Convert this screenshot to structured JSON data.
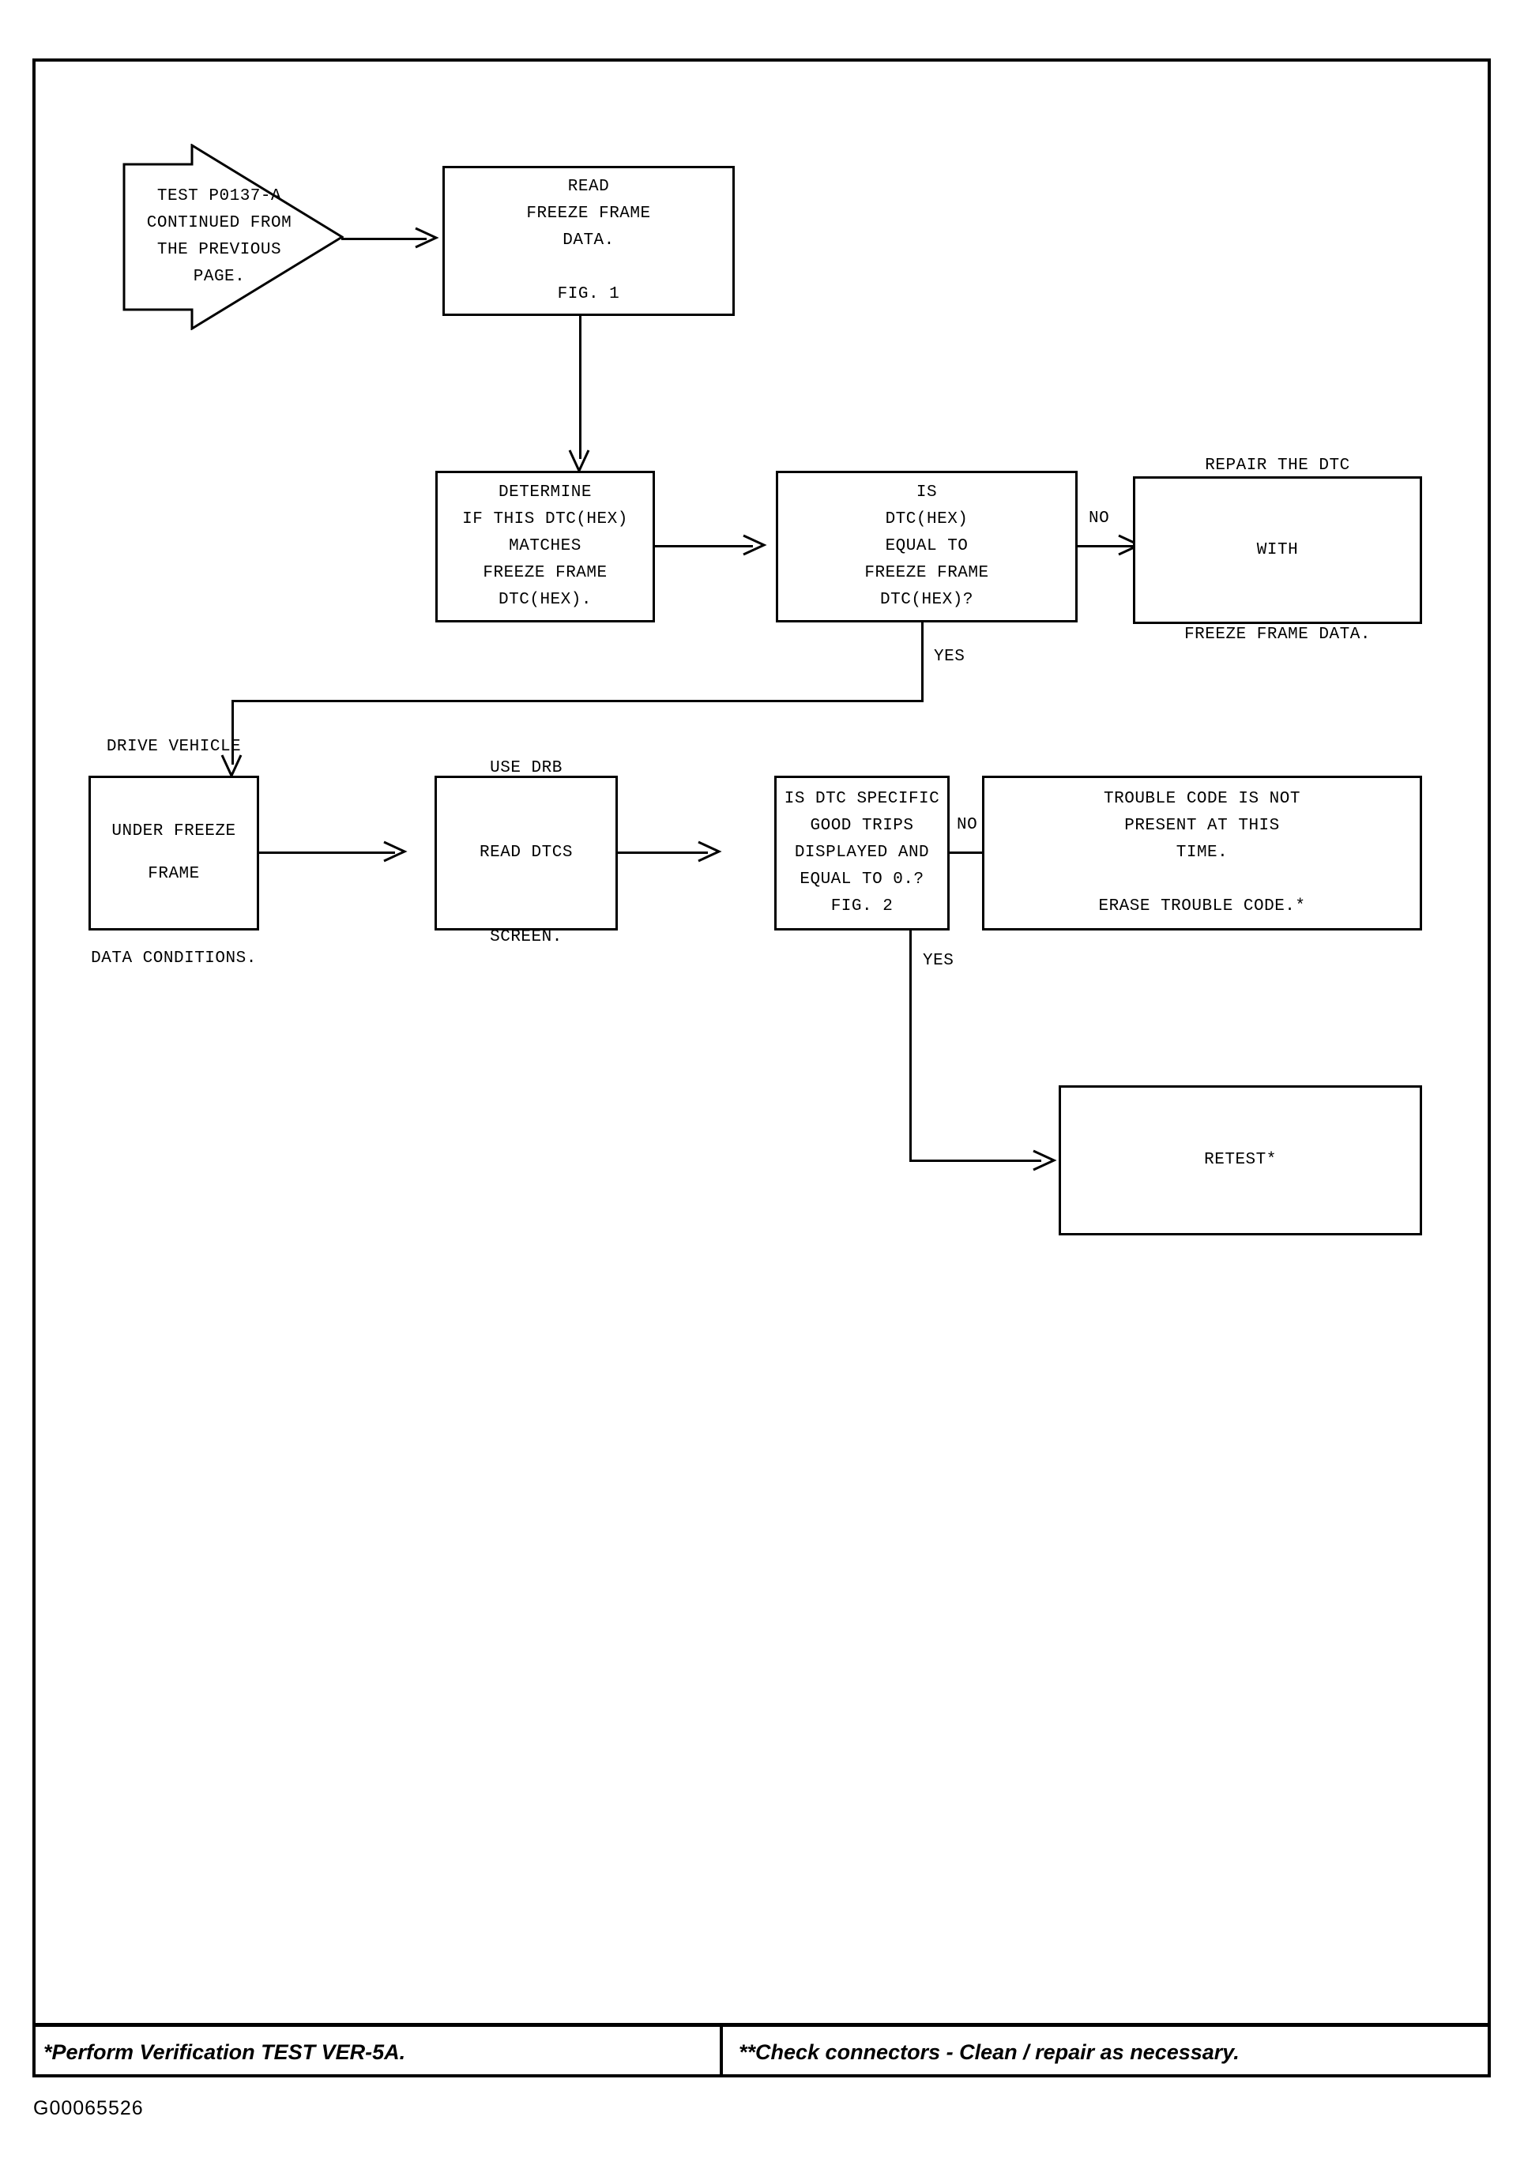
{
  "document": {
    "code": "G00065526"
  },
  "diagram": {
    "type": "flowchart",
    "title": "TEST P0137-A continued diagnostic flowchart",
    "banner": {
      "name": "continued-from-previous-page-banner",
      "text": "TEST P0137-A\nCONTINUED FROM\nTHE PREVIOUS\nPAGE."
    },
    "nodes": [
      {
        "id": "read-freeze-frame-data",
        "text": "READ\nFREEZE FRAME\nDATA.\n\nFIG. 1"
      },
      {
        "id": "determine-dtc-match",
        "text": "DETERMINE\nIF THIS DTC(HEX)\nMATCHES\nFREEZE FRAME\nDTC(HEX)."
      },
      {
        "id": "is-dtc-equal-to-freeze-frame",
        "text": "IS\nDTC(HEX)\nEQUAL TO\nFREEZE FRAME\nDTC(HEX)?"
      },
      {
        "id": "repair-the-dtc",
        "text": "REPAIR THE DTC\n\nWITH\n\nFREEZE FRAME DATA."
      },
      {
        "id": "drive-vehicle",
        "text": "DRIVE VEHICLE\n\nUNDER FREEZE FRAME\n\nDATA CONDITIONS."
      },
      {
        "id": "use-drb-read-dtcs",
        "text": "USE DRB\n\nREAD DTCS\n\nSCREEN."
      },
      {
        "id": "is-good-trips-equal-zero",
        "text": "IS DTC SPECIFIC\nGOOD TRIPS\nDISPLAYED AND\nEQUAL TO 0.?\nFIG. 2"
      },
      {
        "id": "trouble-code-not-present",
        "text": "TROUBLE CODE IS NOT\nPRESENT AT THIS\nTIME.\n\nERASE TROUBLE CODE.*"
      },
      {
        "id": "retest",
        "text": "RETEST*"
      }
    ],
    "edge_labels": {
      "no_upper": "NO",
      "yes_upper": "YES",
      "no_lower": "NO",
      "yes_lower": "YES"
    }
  },
  "footer": {
    "left_note": "*Perform Verification TEST VER-5A.",
    "right_note": "**Check connectors - Clean / repair as necessary."
  }
}
